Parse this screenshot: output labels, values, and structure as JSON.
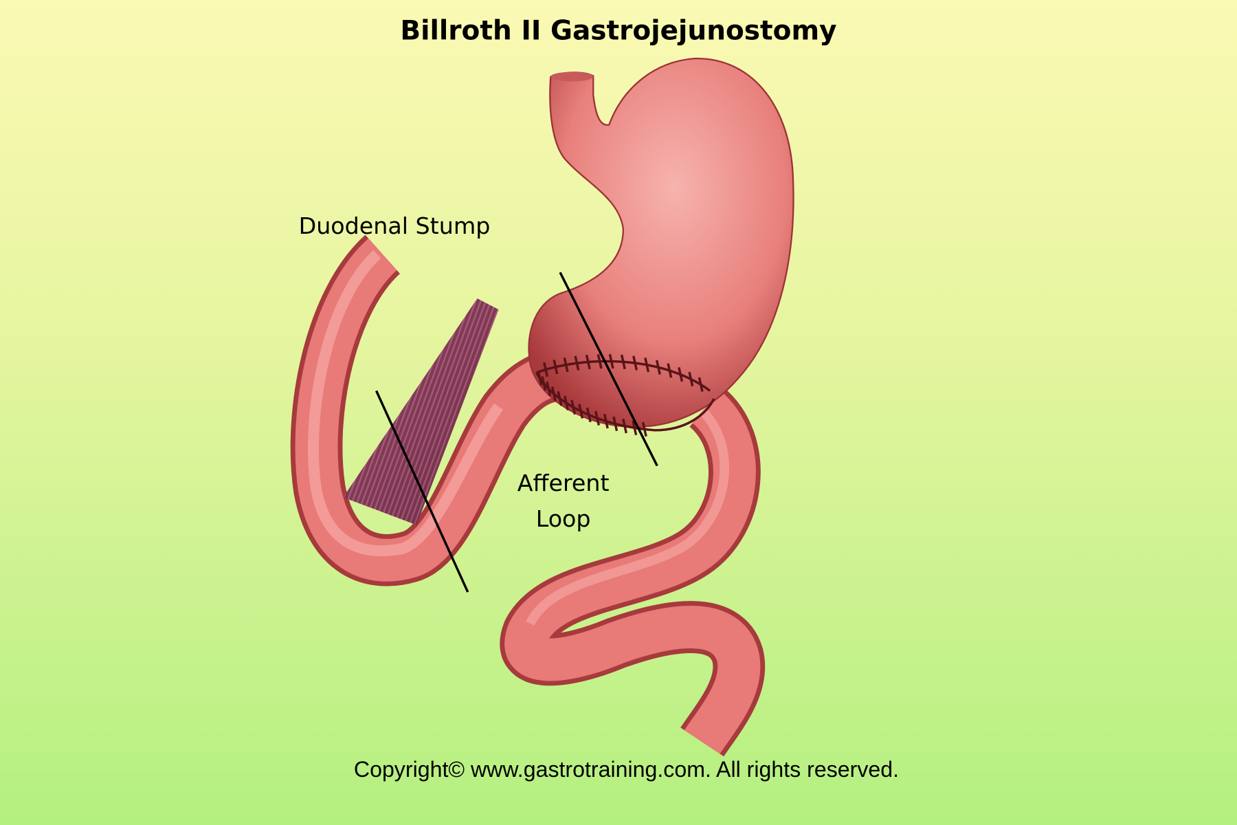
{
  "title": "Billroth II Gastrojejunostomy",
  "labels": {
    "duodenal_stump": "Duodenal Stump",
    "afferent_loop_line1": "Afferent",
    "afferent_loop_line2": "Loop"
  },
  "copyright": "Copyright© www.gastrotraining.com. All rights reserved.",
  "colors": {
    "background_top": "#fbf9b4",
    "background_bottom": "#b4f080",
    "tissue": "#e87a78",
    "tissue_highlight": "#f6aaa6",
    "tissue_shadow": "#a63a3c",
    "suture": "#5a1418"
  }
}
